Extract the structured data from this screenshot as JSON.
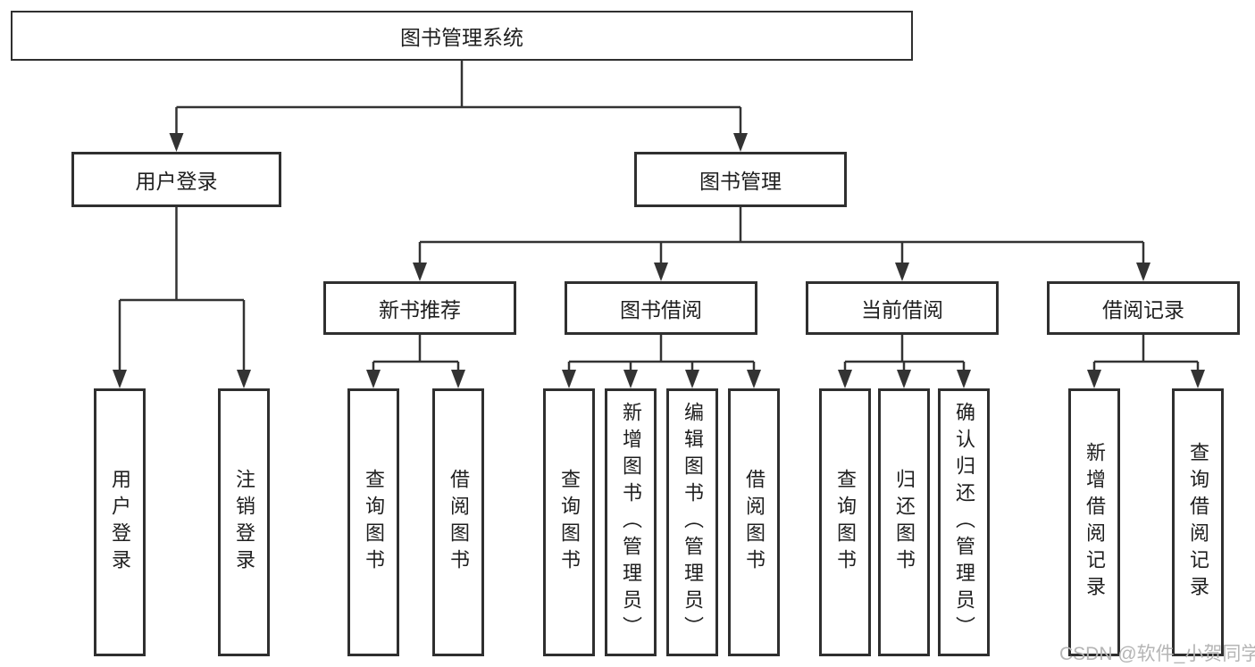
{
  "tree": {
    "root": "图书管理系统",
    "level2": [
      "用户登录",
      "图书管理"
    ],
    "level3": [
      "新书推荐",
      "图书借阅",
      "当前借阅",
      "借阅记录"
    ],
    "leaves_login": [
      "用户登录",
      "注销登录"
    ],
    "leaves_new_book": [
      "查询图书",
      "借阅图书"
    ],
    "leaves_borrow": [
      "查询图书",
      "新增图书（管理员）",
      "编辑图书（管理员）",
      "借阅图书"
    ],
    "leaves_current": [
      "查询图书",
      "归还图书",
      "确认归还（管理员）"
    ],
    "leaves_record": [
      "新增借阅记录",
      "查询借阅记录"
    ]
  },
  "watermark": "CSDN @软件_小贺同学",
  "colors": {
    "line": "#333333",
    "box_border": "#2f2f2f",
    "text": "#1f1f1f",
    "watermark": "#b5b5b5",
    "background": "#ffffff"
  }
}
